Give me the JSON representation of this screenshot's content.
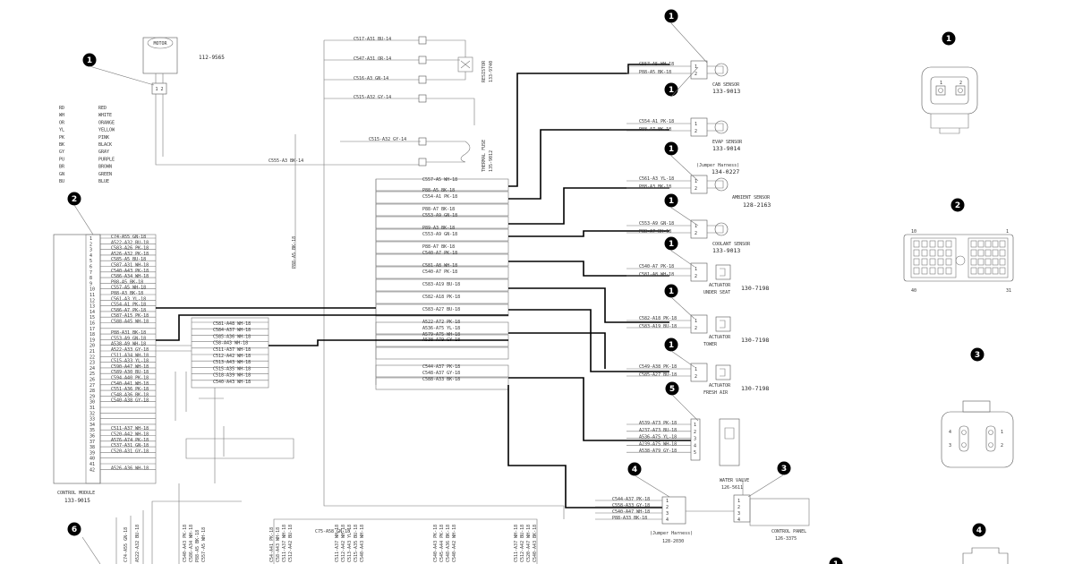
{
  "motor": {
    "label": "MOTOR",
    "part": "112-9565",
    "pins": "1 2"
  },
  "color_legend": [
    [
      "RD",
      "RED"
    ],
    [
      "WH",
      "WHITE"
    ],
    [
      "OR",
      "ORANGE"
    ],
    [
      "YL",
      "YELLOW"
    ],
    [
      "PK",
      "PINK"
    ],
    [
      "BK",
      "BLACK"
    ],
    [
      "GY",
      "GRAY"
    ],
    [
      "PU",
      "PURPLE"
    ],
    [
      "BR",
      "BROWN"
    ],
    [
      "GN",
      "GREEN"
    ],
    [
      "BU",
      "BLUE"
    ]
  ],
  "callouts": [
    "1",
    "1",
    "1",
    "1",
    "1",
    "1",
    "1",
    "1",
    "1",
    "2",
    "2",
    "3",
    "3",
    "4",
    "4",
    "5",
    "6",
    "1"
  ],
  "resistor": {
    "label": "RESISTOR",
    "part": "133-9740"
  },
  "thermal_fuse": {
    "label": "THERMAL FUSE",
    "part": "135-9012"
  },
  "resistor_wires": [
    "C517-A31 BU-14",
    "C547-A31 OR-14",
    "C516-A3 GN-14",
    "C515-A32 GY-14"
  ],
  "fuse_wire": "C515-A32 GY-14",
  "motor_wire": "C555-A3 BK-14",
  "devices": [
    {
      "name": "CAB SENSOR",
      "part": "133-9013",
      "wires": [
        "C557-A5 WH-18",
        "P88-A5 BK-18"
      ]
    },
    {
      "name": "EVAP SENSOR",
      "part": "133-9014",
      "wires": [
        "C554-A1 PK-18",
        "P88-A7 BK-18"
      ]
    },
    {
      "name": "AMBIENT SENSOR",
      "part": "128-2163",
      "harness": "(Jumper Harness)",
      "harness_part": "134-0227",
      "wires": [
        "C561-A3 YL-18",
        "P88-A3 BK-18"
      ]
    },
    {
      "name": "COOLANT SENSOR",
      "part": "133-9013",
      "wires": [
        "C553-A9 GN-18",
        "P88-A7 BK-18"
      ]
    },
    {
      "name": "ACTUATOR UNDER SEAT",
      "part": "130-7198",
      "wires": [
        "C540-A7 PK-18",
        "C581-A8 WH-18"
      ]
    },
    {
      "name": "ACTUATOR TOWER",
      "part": "130-7198",
      "wires": [
        "C582-A18 PK-18",
        "C583-A19 BU-18"
      ]
    },
    {
      "name": "ACTUATOR FRESH AIR",
      "part": "130-7198",
      "wires": [
        "C549-A38 PK-18",
        "C585-A27 BU-18"
      ]
    }
  ],
  "water_valve": {
    "name": "WATER VALVE",
    "part": "126-5611"
  },
  "control_panel": {
    "name": "CONTROL PANEL",
    "part": "126-3375"
  },
  "jumper2": {
    "name": "(Jumper Harness)",
    "part": "128-2030"
  },
  "valve_wires": [
    "A539-A73 PK-18",
    "A237-A73 BU-18",
    "A536-A75 YL-18",
    "A239-A75 WH-18",
    "A538-A79 GY-18"
  ],
  "panel_wires": [
    "C544-A37 PK-18",
    "C558-A33 GY-18",
    "C540-A47 WH-18",
    "P88-A33 BK-18"
  ],
  "module": {
    "name": "CONTROL MODULE",
    "part": "133-9015"
  },
  "module_wires": [
    "C74-A55 GN-18",
    "A522-A32 BU-18",
    "C583-A26 PK-18",
    "A526-A32 PK-18",
    "C585-A5 BU-18",
    "C587-A31 WH-18",
    "C540-A43 PK-18",
    "C586-A34 WH-18",
    "P88-A5 BK-18",
    "C557-A5 WH-18",
    "P88-A3 BK-18",
    "C561-A3 YL-18",
    "C554-A1 PK-18",
    "C586-A7 PK-18",
    "C587-A15 PK-18",
    "C588-A45 WH-18",
    "",
    "P88-A31 BK-18",
    "C553-A9 GN-18",
    "A538-A9 WH-18",
    "A522-A33 GY-18",
    "C511-A34 WH-18",
    "C515-A33 YL-18",
    "C590-A47 WH-18",
    "C589-A30 BU-18",
    "C594-A40 PK-18",
    "C540-A41 WH-18",
    "C551-A36 PK-18",
    "C548-A36 BK-18",
    "C540-A38 GY-18",
    "",
    "",
    "",
    "",
    "C511-A37 WH-18",
    "C520-A42 WH-18",
    "A576-A74 PK-18",
    "C537-A31 GN-18",
    "C520-A31 GY-18",
    "",
    "",
    "A526-A36 WH-18"
  ],
  "splice_wires": [
    "C581-A48 WH-18",
    "C584-A37 WH-18",
    "C585-A36 WH-18",
    "C58-A43 WH-18",
    "C511-A37 WH-18",
    "C512-A42 WH-18",
    "C513-A43 WH-18",
    "C515-A35 WH-18",
    "C518-A39 WH-18",
    "C540-A43 WH-18"
  ],
  "conn1": {
    "pins": [
      "1",
      "2"
    ]
  },
  "conn2": {
    "left": "10",
    "right": "1",
    "bl": "40",
    "br": "31"
  },
  "conn3": {
    "pins": [
      "4",
      "3",
      "1",
      "2"
    ]
  }
}
